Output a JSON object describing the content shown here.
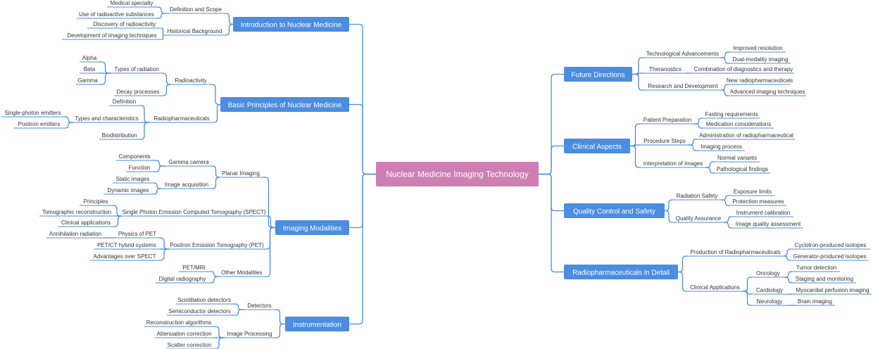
{
  "center": "Nuclear Medicine Imaging Technology",
  "left": [
    {
      "label": "Introduction to Nuclear Medicine",
      "children": [
        {
          "label": "Definition and Scope",
          "children": [
            {
              "label": "Medical specialty"
            },
            {
              "label": "Use of radioactive substances"
            }
          ]
        },
        {
          "label": "Historical Background",
          "children": [
            {
              "label": "Discovery of radioactivity"
            },
            {
              "label": "Development of imaging techniques"
            }
          ]
        }
      ]
    },
    {
      "label": "Basic Principles of Nuclear Medicine",
      "children": [
        {
          "label": "Radioactivity",
          "children": [
            {
              "label": "Types of radiation",
              "children": [
                {
                  "label": "Alpha"
                },
                {
                  "label": "Beta"
                },
                {
                  "label": "Gamma"
                }
              ]
            },
            {
              "label": "Decay processes"
            }
          ]
        },
        {
          "label": "Radiopharmaceuticals",
          "children": [
            {
              "label": "Definition"
            },
            {
              "label": "Types and characteristics",
              "children": [
                {
                  "label": "Single-photon emitters"
                },
                {
                  "label": "Positron emitters"
                }
              ]
            },
            {
              "label": "Biodistribution"
            }
          ]
        }
      ]
    },
    {
      "label": "Imaging Modalities",
      "children": [
        {
          "label": "Planar Imaging",
          "children": [
            {
              "label": "Gamma camera",
              "children": [
                {
                  "label": "Components"
                },
                {
                  "label": "Function"
                }
              ]
            },
            {
              "label": "Image acquisition",
              "children": [
                {
                  "label": "Static images"
                },
                {
                  "label": "Dynamic images"
                }
              ]
            }
          ]
        },
        {
          "label": "Single Photon Emission Computed Tomography (SPECT)",
          "children": [
            {
              "label": "Principles"
            },
            {
              "label": "Tomographic reconstruction"
            },
            {
              "label": "Clinical applications"
            }
          ]
        },
        {
          "label": "Positron Emission Tomography (PET)",
          "children": [
            {
              "label": "Physics of PET",
              "children": [
                {
                  "label": "Annihilation radiation"
                }
              ]
            },
            {
              "label": "PET/CT hybrid systems"
            },
            {
              "label": "Advantages over SPECT"
            }
          ]
        },
        {
          "label": "Other Modalities",
          "children": [
            {
              "label": "PET/MRI"
            },
            {
              "label": "Digital radiography"
            }
          ]
        }
      ]
    },
    {
      "label": "Instrumentation",
      "children": [
        {
          "label": "Detectors",
          "children": [
            {
              "label": "Scintillation detectors"
            },
            {
              "label": "Semiconductor detectors"
            }
          ]
        },
        {
          "label": "Image Processing",
          "children": [
            {
              "label": "Reconstruction algorithms"
            },
            {
              "label": "Attenuation correction"
            },
            {
              "label": "Scatter correction"
            }
          ]
        }
      ]
    }
  ],
  "right": [
    {
      "label": "Future Directions",
      "children": [
        {
          "label": "Technological Advancements",
          "children": [
            {
              "label": "Improved resolution"
            },
            {
              "label": "Dual-modality imaging"
            }
          ]
        },
        {
          "label": "Theranostics",
          "children": [
            {
              "label": "Combination of diagnostics and therapy"
            }
          ]
        },
        {
          "label": "Research and Development",
          "children": [
            {
              "label": "New radiopharmaceuticals"
            },
            {
              "label": "Advanced imaging techniques"
            }
          ]
        }
      ]
    },
    {
      "label": "Clinical Aspects",
      "children": [
        {
          "label": "Patient Preparation",
          "children": [
            {
              "label": "Fasting requirements"
            },
            {
              "label": "Medication considerations"
            }
          ]
        },
        {
          "label": "Procedure Steps",
          "children": [
            {
              "label": "Administration of radiopharmaceutical"
            },
            {
              "label": "Imaging process"
            }
          ]
        },
        {
          "label": "Interpretation of Images",
          "children": [
            {
              "label": "Normal variants"
            },
            {
              "label": "Pathological findings"
            }
          ]
        }
      ]
    },
    {
      "label": "Quality Control and Safety",
      "children": [
        {
          "label": "Radiation Safety",
          "children": [
            {
              "label": "Exposure limits"
            },
            {
              "label": "Protection measures"
            }
          ]
        },
        {
          "label": "Quality Assurance",
          "children": [
            {
              "label": "Instrument calibration"
            },
            {
              "label": "Image quality assessment"
            }
          ]
        }
      ]
    },
    {
      "label": "Radiopharmaceuticals in Detail",
      "children": [
        {
          "label": "Production of Radiopharmaceuticals",
          "children": [
            {
              "label": "Cyclotron-produced isotopes"
            },
            {
              "label": "Generator-produced isotopes"
            }
          ]
        },
        {
          "label": "Clinical Applications",
          "children": [
            {
              "label": "Oncology",
              "children": [
                {
                  "label": "Tumor detection"
                },
                {
                  "label": "Staging and monitoring"
                }
              ]
            },
            {
              "label": "Cardiology",
              "children": [
                {
                  "label": "Myocardial perfusion imaging"
                }
              ]
            },
            {
              "label": "Neurology",
              "children": [
                {
                  "label": "Brain imaging"
                }
              ]
            }
          ]
        }
      ]
    }
  ],
  "colors": {
    "center_fill": "#cd7fb4",
    "branch_fill": "#4a8de1",
    "edge": "#4a8de1",
    "text_dark": "#333333",
    "text_light": "#ffffff"
  }
}
